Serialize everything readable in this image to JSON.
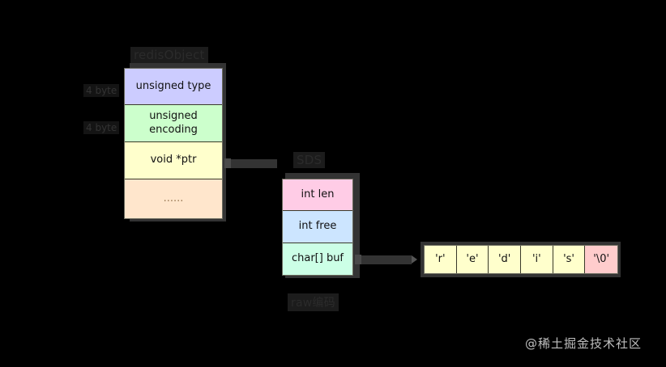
{
  "diagram": {
    "title_redis_object": "redisObject",
    "title_sds": "SDS",
    "caption_raw": "raw编码",
    "watermark": "@稀土掘金技术社区",
    "colors": {
      "type_cell": "#ccccff",
      "encoding_cell": "#ccffcc",
      "ptr_cell": "#ffffcc",
      "ellipsis_cell": "#ffe6cc",
      "len_cell": "#ffcce6",
      "free_cell": "#cce5ff",
      "buf_cell": "#ccffe6",
      "char_cell": "#ffffcc",
      "null_cell": "#ffcccc",
      "connector": "#333333",
      "background": "#000000"
    }
  },
  "redis_object": {
    "label": "redisObject",
    "size_labels": [
      {
        "text": "4 byte"
      },
      {
        "text": "4 byte"
      }
    ],
    "fields": [
      {
        "text": "unsigned type"
      },
      {
        "text": "unsigned encoding"
      },
      {
        "text": "void *ptr"
      },
      {
        "text": "......"
      }
    ]
  },
  "sds": {
    "label": "SDS",
    "caption": "raw编码",
    "fields": [
      {
        "text": "int len"
      },
      {
        "text": "int free"
      },
      {
        "text": "char[] buf"
      }
    ]
  },
  "char_array": {
    "cells": [
      {
        "text": "'r'"
      },
      {
        "text": "'e'"
      },
      {
        "text": "'d'"
      },
      {
        "text": "'i'"
      },
      {
        "text": "'s'"
      },
      {
        "text": "'\\0'"
      }
    ]
  }
}
